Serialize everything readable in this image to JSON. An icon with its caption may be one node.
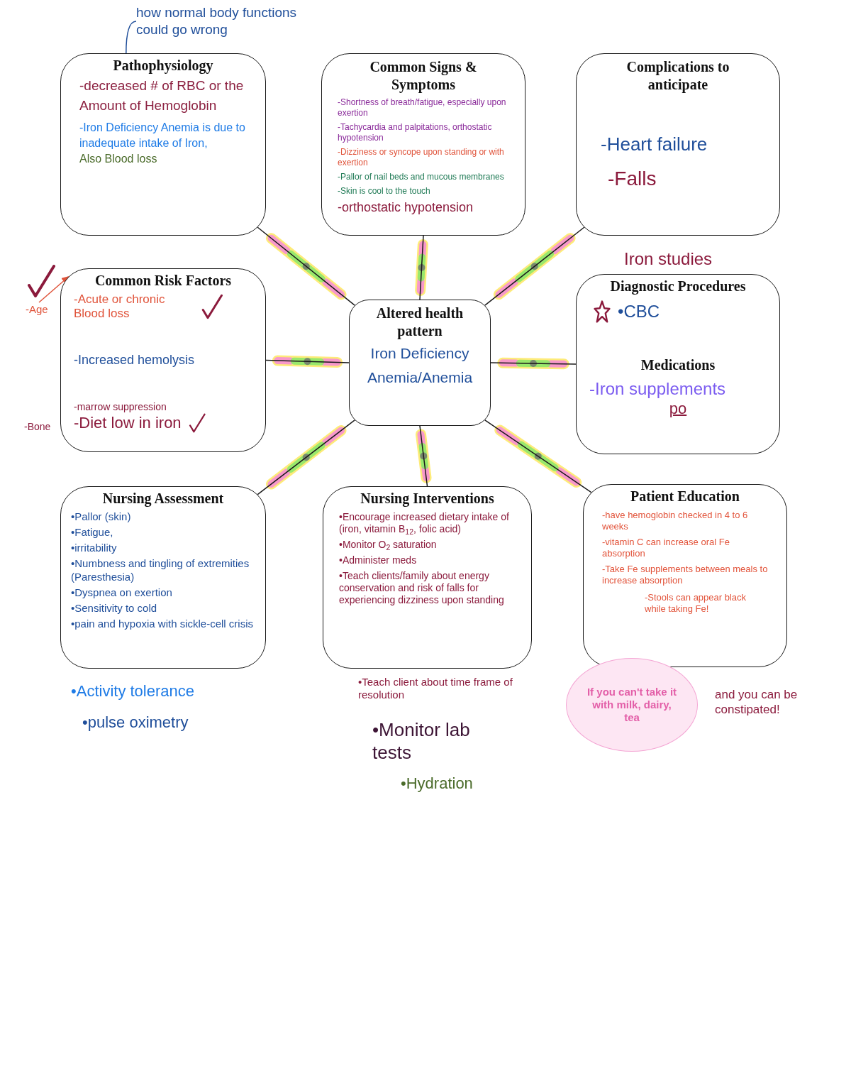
{
  "diagram": {
    "nodes": [
      {
        "text": [
          "how normal body functions could go wrong"
        ]
      },
      {
        "text": [
          "Pathophysiology",
          "-decreased # of RBC or the Amount of Hemoglobin",
          "-Iron Deficiency Anemia is due to inadequate intake of Iron,",
          "Also Blood loss"
        ]
      },
      {
        "text": [
          "Common Signs & Symptoms",
          "-Shortness of breath/fatigue, especially upon exertion",
          "-Tachycardia and palpitations, orthostatic hypotension",
          "-Dizziness or syncope upon standing or with exertion",
          "-Pallor of nail beds and mucous membranes",
          "-Skin is cool to the touch",
          "-orthostatic hypotension"
        ]
      },
      {
        "text": [
          "Complications to anticipate",
          "-Heart failure",
          "-Falls"
        ]
      },
      {
        "text": [
          "-Age"
        ]
      },
      {
        "text": [
          "Common Risk Factors",
          "-Acute or chronic Blood loss",
          "-Increased hemolysis",
          "-marrow suppression",
          "-Diet low in iron"
        ],
        "beside": [
          "-Bone"
        ]
      },
      {
        "text": [
          "Altered health pattern",
          "Iron Deficiency Anemia/Anemia"
        ]
      },
      {
        "text": [
          "Diagnostic Procedures",
          "•CBC",
          "Medications",
          "-Iron supplements",
          "po"
        ],
        "beside": [
          "Iron studies"
        ]
      },
      {
        "text": [
          "Nursing Assessment",
          "•Pallor (skin)",
          "•Fatigue,",
          "•irritability",
          "•Numbness and tingling of extremities (Paresthesia)",
          "•Dyspnea on exertion",
          "•Sensitivity to cold",
          "•pain and hypoxia with sickle-cell crisis"
        ],
        "beside": [
          "•Activity tolerance",
          "•pulse oximetry"
        ]
      },
      {
        "text": [
          "Nursing Interventions",
          "•Encourage increased dietary intake of (iron, vitamin B$_{12}$, folic acid)",
          "•Monitor O$_{2}$ saturation",
          "•Administer meds",
          "•Teach clients/family about energy conservation and risk of falls for experiencing dizziness upon standing"
        ],
        "beside": [
          "•Teach client about time frame of resolution",
          "•Monitor lab tests",
          "•Hydration"
        ]
      },
      {
        "text": [
          "Patient Education",
          "-have hemoglobin checked in 4 to 6 weeks",
          "-vitamin C can increase oral Fe absorption",
          "-Take Fe supplements between meals to increase absorption",
          "-Stools can appear black while taking Fe!"
        ],
        "beside": [
          "and you can be constipated!"
        ]
      },
      {
        "text": [
          "If you can't take it with milk, dairy, tea"
        ]
      }
    ],
    "edges": [
      {
        "from": 0,
        "to": 1,
        "arrow": "none",
        "color": "#1f4e9a"
      },
      {
        "from": 6,
        "to": 1,
        "arrow": "none"
      },
      {
        "from": 6,
        "to": 2,
        "arrow": "none"
      },
      {
        "from": 6,
        "to": 3,
        "arrow": "none"
      },
      {
        "from": 6,
        "to": 5,
        "arrow": "none"
      },
      {
        "from": 6,
        "to": 7,
        "arrow": "none"
      },
      {
        "from": 6,
        "to": 8,
        "arrow": "none"
      },
      {
        "from": 6,
        "to": 9,
        "arrow": "none"
      },
      {
        "from": 6,
        "to": 10,
        "arrow": "none"
      },
      {
        "from": 4,
        "to": 5,
        "arrow": "to",
        "color": "#e0533a"
      }
    ]
  }
}
